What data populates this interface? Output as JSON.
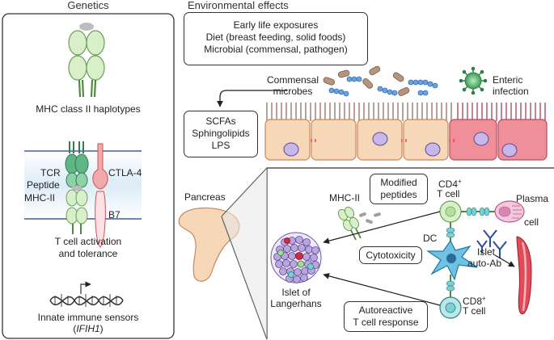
{
  "headers": {
    "genetics": "Genetics",
    "environment": "Environmental effects"
  },
  "genetics": {
    "mhc_haplotypes": "MHC class II haplotypes",
    "tcr": "TCR",
    "peptide": "Peptide",
    "mhc_ii": "MHC-II",
    "ctla4": "CTLA-4",
    "b7": "B7",
    "activation_line1": "T cell activation",
    "activation_line2": "and tolerance",
    "innate_line1": "Innate immune sensors",
    "innate_gene": "IFIH1"
  },
  "environment": {
    "exposures": [
      "Early life exposures",
      "Diet (breast feeding, solid foods)",
      "Microbial (commensal, pathogen)"
    ],
    "commensal_line1": "Commensal",
    "commensal_line2": "microbes",
    "enteric_line1": "Enteric",
    "enteric_line2": "infection",
    "metabolites": [
      "SCFAs",
      "Sphingolipids",
      "LPS"
    ]
  },
  "pancreas": {
    "pancreas": "Pancreas",
    "mhc_ii": "MHC-II",
    "modified_line1": "Modified",
    "modified_line2": "peptides",
    "cd4_line1": "CD4",
    "cd4_sup": "+",
    "cd4_line2": "T cell",
    "plasma_line1": "Plasma",
    "plasma_line2": "cell",
    "dc": "DC",
    "cytotoxicity": "Cytotoxicity",
    "islet_ab_line1": "Islet",
    "islet_ab_line2": "auto-Ab",
    "islet_line1": "Islet of",
    "islet_line2": "Langerhans",
    "autoreactive_line1": "Autoreactive",
    "autoreactive_line2": "T cell response",
    "cd8_line1": "CD8",
    "cd8_sup": "+",
    "cd8_line2": "T cell"
  },
  "colors": {
    "mhc_green": "#7bb868",
    "tcr_green": "#3f9b6b",
    "ctla4_red": "#e07a7a",
    "epithelium": "#f6d7b8",
    "inflamed": "#f08f9a",
    "dc_blue": "#6fc2e2",
    "islet_purple": "#b9a6e0",
    "plasma_pink": "#e7a7c8",
    "bacteria_blue": "#6aa3e0",
    "bacteria_brown": "#b69580"
  }
}
